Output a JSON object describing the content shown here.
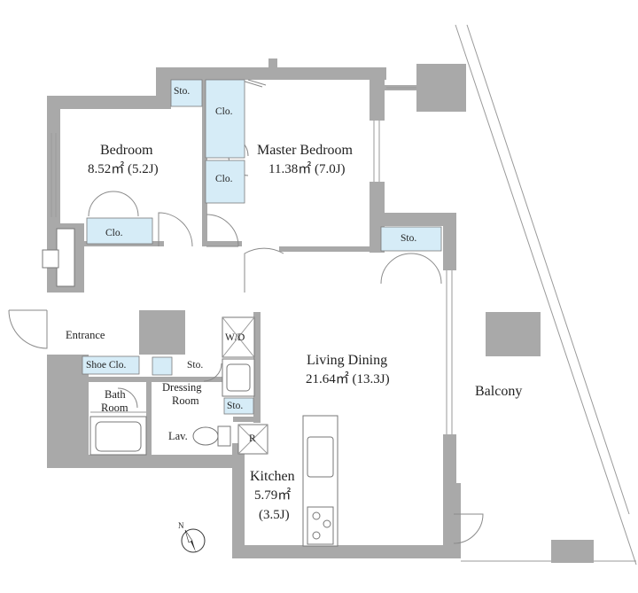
{
  "rooms": {
    "bedroom": {
      "name": "Bedroom",
      "area": "8.52㎡ (5.2J)"
    },
    "master_bedroom": {
      "name": "Master Bedroom",
      "area": "11.38㎡ (7.0J)"
    },
    "living_dining": {
      "name": "Living Dining",
      "area": "21.64㎡ (13.3J)"
    },
    "kitchen": {
      "name": "Kitchen",
      "area": "5.79㎡",
      "tatami": "(3.5J)"
    },
    "balcony": {
      "name": "Balcony"
    },
    "entrance": {
      "name": "Entrance"
    },
    "bath": {
      "line1": "Bath",
      "line2": "Room"
    },
    "dressing": {
      "line1": "Dressing",
      "line2": "Room"
    },
    "lav": {
      "name": "Lav."
    }
  },
  "storage": {
    "sto_bedroom_top": "Sto.",
    "clo_master_top": "Clo.",
    "clo_master_bottom": "Clo.",
    "clo_bedroom": "Clo.",
    "sto_living": "Sto.",
    "shoe_clo": "Shoe Clo.",
    "sto_dressing": "Sto.",
    "sto_dressing_bottom": "Sto.",
    "wd": "W/D",
    "refrigerator": "R"
  },
  "compass": {
    "label": "N"
  }
}
